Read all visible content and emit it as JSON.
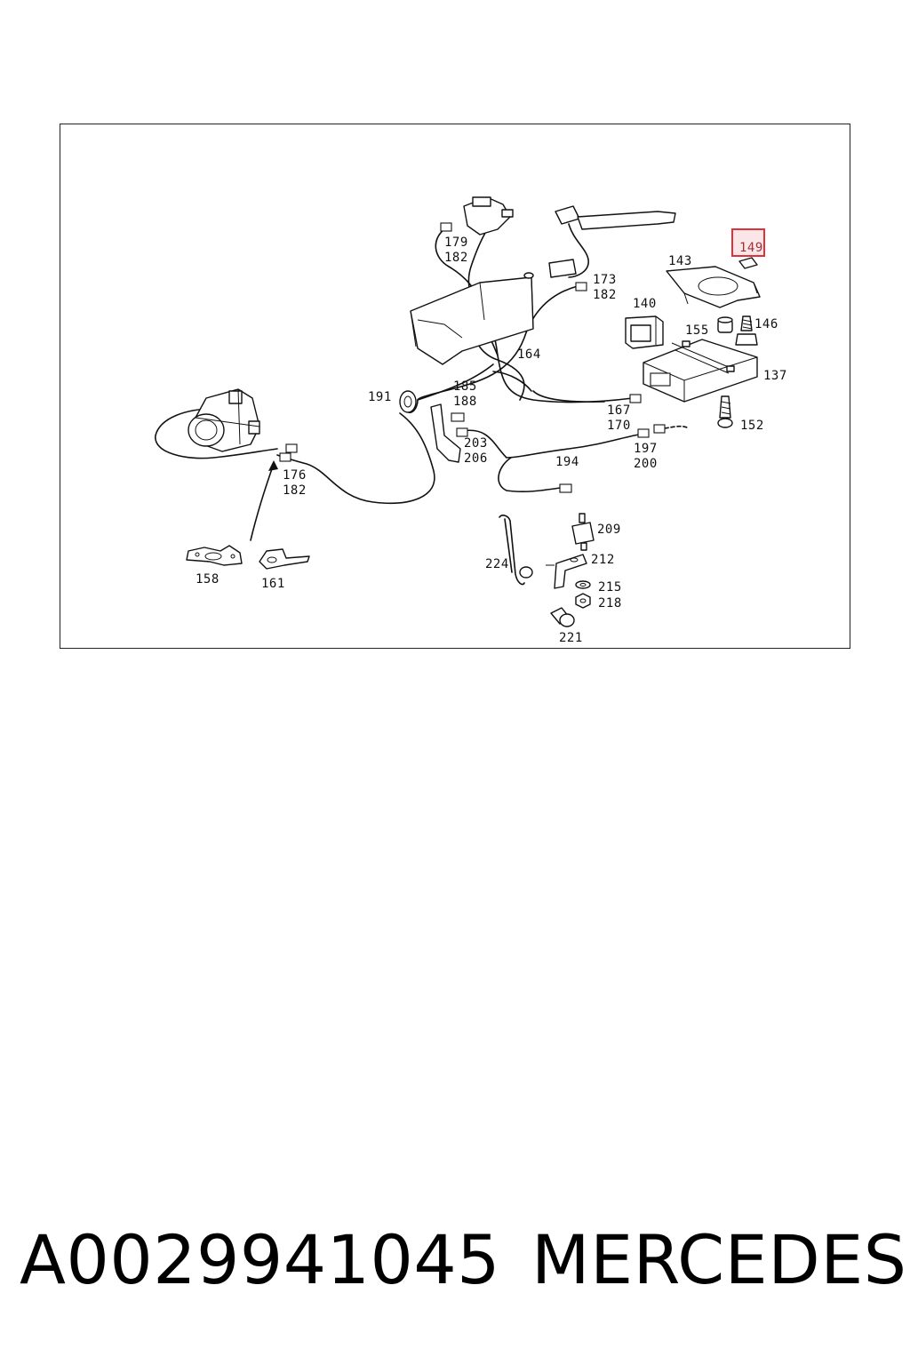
{
  "diagram": {
    "labels": {
      "l137": "137",
      "l140": "140",
      "l143": "143",
      "l146": "146",
      "l149": "149",
      "l152": "152",
      "l155": "155",
      "l158": "158",
      "l161": "161",
      "l164": "164",
      "l167": "167",
      "l170": "170",
      "l173": "173",
      "l176": "176",
      "l179": "179",
      "l182a": "182",
      "l182b": "182",
      "l182c": "182",
      "l185": "185",
      "l188": "188",
      "l191": "191",
      "l194": "194",
      "l197": "197",
      "l200": "200",
      "l203": "203",
      "l206": "206",
      "l209": "209",
      "l212": "212",
      "l215": "215",
      "l218": "218",
      "l221": "221",
      "l224": "224"
    },
    "highlighted_part": "149",
    "highlight_color": "#e0303a"
  },
  "footer": {
    "part_number": "A0029941045",
    "brand": "MERCEDES"
  }
}
